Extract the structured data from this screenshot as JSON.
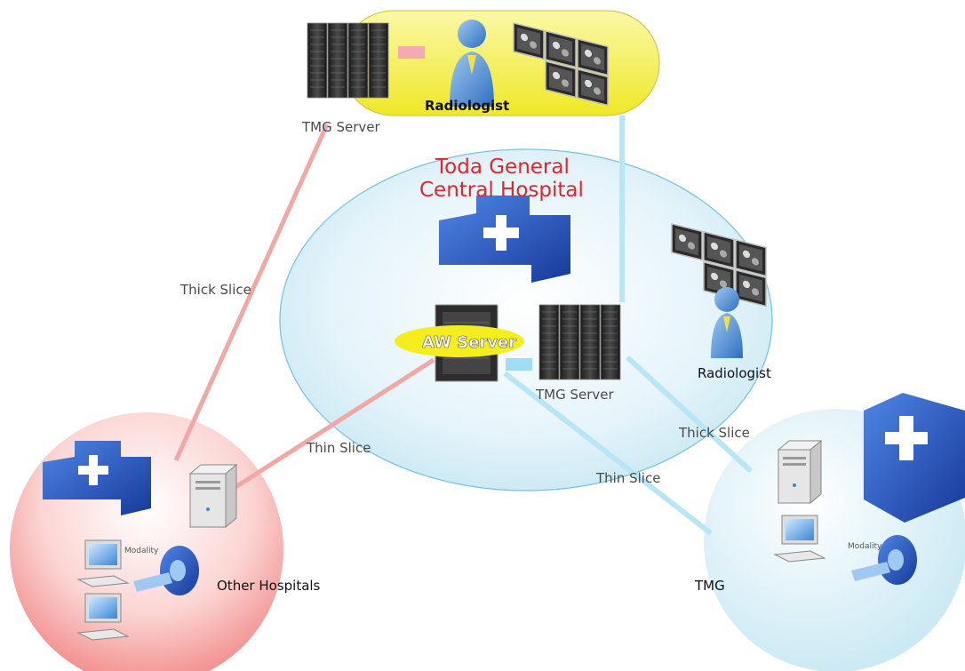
{
  "title": {
    "line1": "Toda General",
    "line2": "Central  Hospital"
  },
  "nodes": {
    "tmg_server_top": "TMG Server",
    "radiologist_top": "Radiologist",
    "aw_server": "AW Server",
    "tmg_server_center": "TMG Server",
    "radiologist_right": "Radiologist",
    "other_hospitals": "Other Hospitals",
    "tmg": "TMG",
    "modality_left": "Modality",
    "modality_right": "Modality"
  },
  "links": {
    "thick_slice_left": "Thick Slice",
    "thin_slice_left": "Thin Slice",
    "thick_slice_right": "Thick Slice",
    "thin_slice_right": "Thin Slice"
  },
  "colors": {
    "red_link": "#f2a7a5",
    "blue_link": "#b9e6f7",
    "title_red": "#e3242b",
    "hospital_blue": "#2a58c9",
    "yellow_zone": "#f3ee3c"
  },
  "icons": [
    "server-rack-icon",
    "doctor-icon",
    "monitor-wall-icon",
    "hospital-icon",
    "workstation-icon",
    "tower-pc-icon",
    "desktop-pc-icon",
    "mri-scanner-icon"
  ]
}
